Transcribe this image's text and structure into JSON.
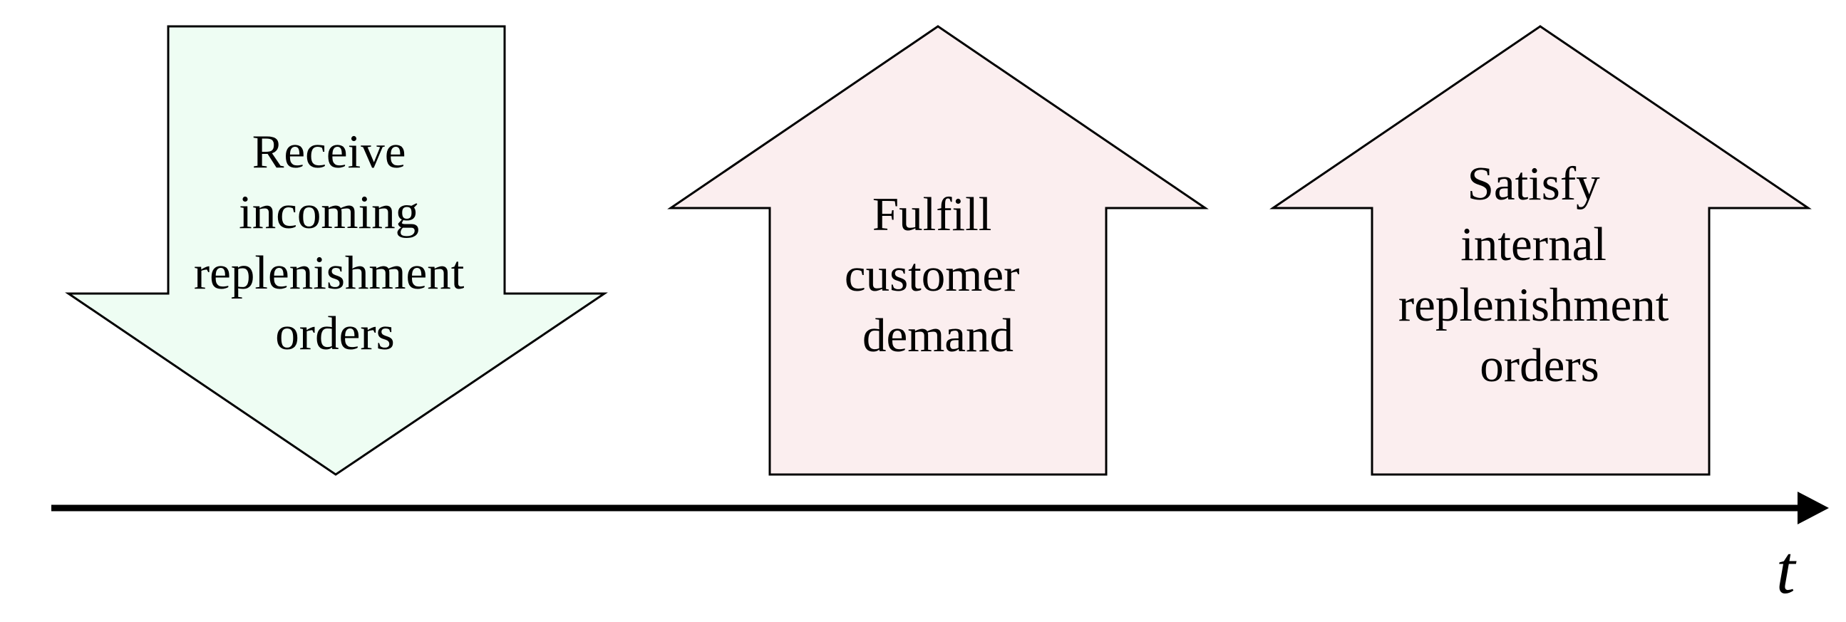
{
  "colors": {
    "receive_fill": "#EEFDF3",
    "demand_fill": "#FBEEEF",
    "stroke": "#000000"
  },
  "steps": [
    {
      "direction": "down",
      "lines": [
        "Receive",
        "incoming",
        "replenishment",
        "orders"
      ]
    },
    {
      "direction": "up",
      "lines": [
        "Fulfill",
        "customer",
        "demand"
      ]
    },
    {
      "direction": "up",
      "lines": [
        "Satisfy",
        "internal",
        "replenishment",
        "orders"
      ]
    }
  ],
  "axis": {
    "label": "t"
  }
}
